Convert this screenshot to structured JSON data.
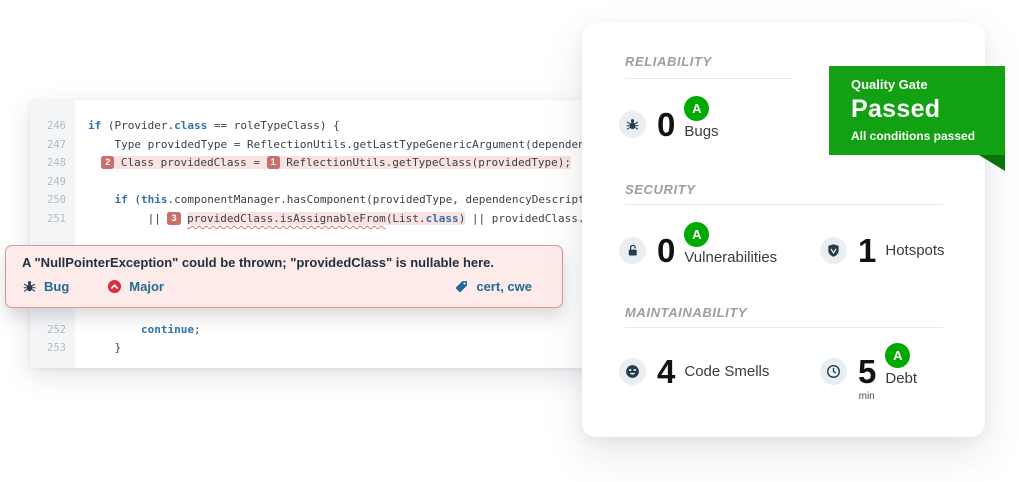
{
  "colors": {
    "rating_green": "#00aa00",
    "quality_gate_green": "#12a112",
    "quality_gate_fold_green": "#0a720a",
    "severity_major_red": "#d4333f",
    "link_blue": "#236a97",
    "keyword_blue": "#2f73ad",
    "issue_highlight_pink": "#fae2e0",
    "issue_box_bg": "#fcebe9",
    "issue_box_border": "#d89a94",
    "location_badge_red": "#c9706f"
  },
  "code_panel": {
    "lines": [
      {
        "num": "246",
        "tokens": [
          {
            "t": "if",
            "k": "kw"
          },
          {
            "t": " (Provider."
          },
          {
            "t": "class",
            "k": "kw"
          },
          {
            "t": " == roleTypeClass) {"
          }
        ]
      },
      {
        "num": "247",
        "tokens": [
          {
            "t": "    Type providedType = ReflectionUtils.getLastTypeGenericArgument(dependencyDescr"
          }
        ]
      },
      {
        "num": "248",
        "tokens": [
          {
            "t": "  "
          },
          {
            "b": "2",
            "hl": true
          },
          {
            "t": " ",
            "hl": true
          },
          {
            "t": "Class providedClass = ",
            "hl": true
          },
          {
            "b": "1",
            "hl": true
          },
          {
            "t": " ",
            "hl": true
          },
          {
            "t": "ReflectionUtils.getTypeClass(providedType);",
            "hl": true
          }
        ]
      },
      {
        "num": "249",
        "tokens": []
      },
      {
        "num": "250",
        "tokens": [
          {
            "t": "    "
          },
          {
            "t": "if",
            "k": "kw"
          },
          {
            "t": " ("
          },
          {
            "t": "this",
            "k": "kw"
          },
          {
            "t": ".componentManager.hasComponent(providedType, dependencyDescriptor.getType"
          }
        ]
      },
      {
        "num": "251",
        "tokens": [
          {
            "t": "         || "
          },
          {
            "b": "3"
          },
          {
            "t": " "
          },
          {
            "t": "providedClass.isAssignableFrom",
            "hl": true,
            "wavy": true
          },
          {
            "t": "(List.",
            "hl": true
          },
          {
            "t": "class",
            "k": "kw",
            "hl": true
          },
          {
            "t": ")",
            "hl": true
          },
          {
            "t": " || providedClass.isAssignableFro"
          }
        ]
      },
      {
        "num": "252",
        "gap_above": true,
        "tokens": [
          {
            "t": "        "
          },
          {
            "t": "continue",
            "k": "kw"
          },
          {
            "t": ";"
          }
        ]
      },
      {
        "num": "253",
        "tokens": [
          {
            "t": "    }"
          }
        ]
      }
    ]
  },
  "issue": {
    "message": "A \"NullPointerException\" could be thrown; \"providedClass\" is nullable here.",
    "type_label": "Bug",
    "type_icon": "bug-icon",
    "severity_label": "Major",
    "severity_icon": "severity-major-icon",
    "tags": "cert, cwe",
    "tags_icon": "tag-icon"
  },
  "panel": {
    "sections": [
      {
        "title": "RELIABILITY",
        "metrics": [
          {
            "icon": "bug-icon",
            "value": "0",
            "label": "Bugs",
            "rating": "A"
          }
        ]
      },
      {
        "title": "SECURITY",
        "metrics": [
          {
            "icon": "lock-icon",
            "value": "0",
            "label": "Vulnerabilities",
            "rating": "A"
          },
          {
            "icon": "shield-icon",
            "value": "1",
            "label": "Hotspots"
          }
        ]
      },
      {
        "title": "MAINTAINABILITY",
        "metrics": [
          {
            "icon": "code-smell-icon",
            "value": "4",
            "label": "Code Smells"
          },
          {
            "icon": "clock-icon",
            "value": "5",
            "label": "Debt",
            "rating": "A",
            "unit": "min"
          }
        ]
      }
    ]
  },
  "quality_gate": {
    "title": "Quality Gate",
    "status": "Passed",
    "subtitle": "All conditions passed"
  }
}
